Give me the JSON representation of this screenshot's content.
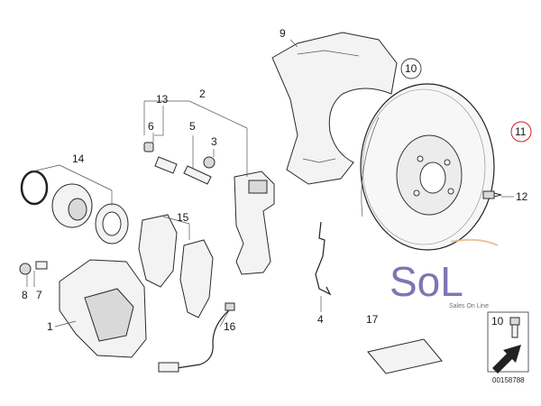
{
  "callouts": {
    "c1": "1",
    "c2": "2",
    "c3": "3",
    "c4": "4",
    "c5": "5",
    "c6": "6",
    "c7": "7",
    "c8": "8",
    "c9": "9",
    "c10": "10",
    "c11": "11",
    "c12": "12",
    "c13": "13",
    "c14": "14",
    "c15": "15",
    "c16": "16",
    "c17": "17"
  },
  "inset": {
    "label": "10"
  },
  "watermark": {
    "logo": "SoL",
    "tagline": "Sales On Line"
  },
  "doc_number": "00158788",
  "colors": {
    "highlight_circle": "#d42020",
    "logo": "#6a5ea8",
    "logo_accent": "#e8b98a"
  }
}
